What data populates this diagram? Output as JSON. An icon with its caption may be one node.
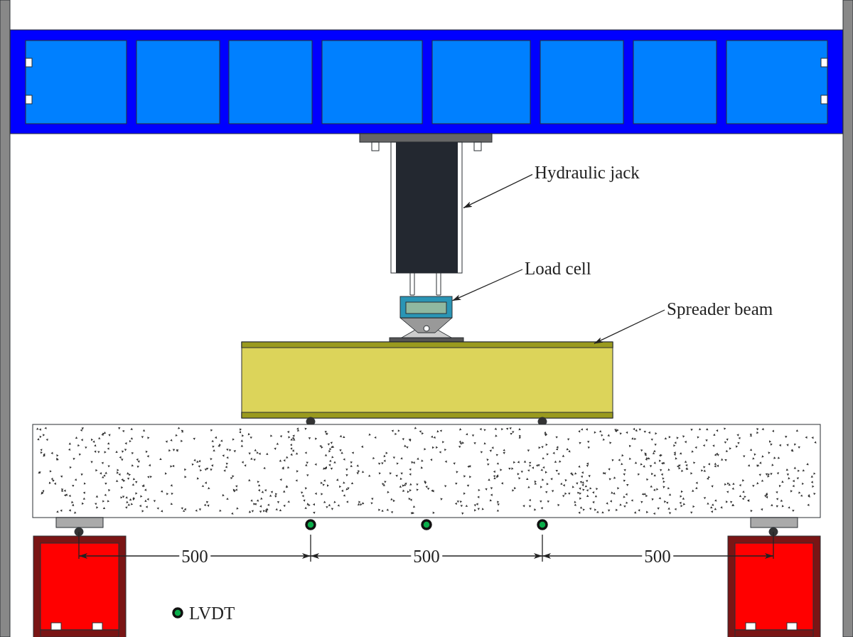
{
  "diagram": {
    "nodes": [
      {
        "text": [
          "Hydraulic jack"
        ]
      },
      {
        "text": [],
        "shape": "picture"
      },
      {
        "text": [
          "Load cell"
        ]
      },
      {
        "text": [],
        "shape": "picture"
      },
      {
        "text": [
          "Spreader beam"
        ]
      },
      {
        "text": [],
        "shape": "box"
      },
      {
        "text": [],
        "shape": "bar"
      },
      {
        "text": [],
        "shape": "bar"
      }
    ],
    "edges": [
      {
        "from": 0,
        "to": 1,
        "arrow": "to"
      },
      {
        "from": 2,
        "to": 3,
        "arrow": "to"
      },
      {
        "from": 4,
        "to": 5,
        "arrow": "to"
      }
    ],
    "labels": [
      "500",
      "500",
      "500"
    ],
    "legend": [
      {
        "text": "LVDT"
      }
    ]
  }
}
